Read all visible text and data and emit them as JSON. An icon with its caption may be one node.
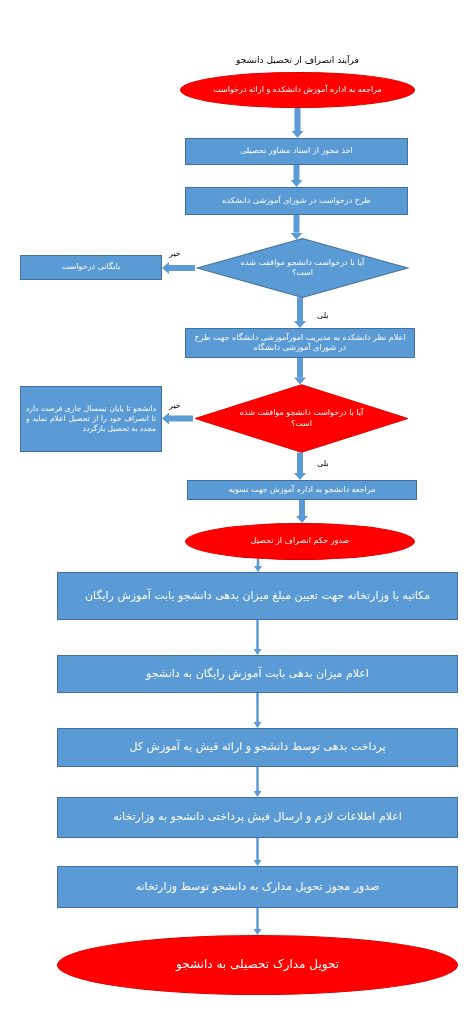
{
  "diagram": {
    "title": "فرآیند انصراف از تحصیل دانشجو",
    "nodes": [
      {
        "text": [
          "مراجعه به اداره آموزش دانشکده و ارائه درخواست"
        ]
      },
      {
        "text": [
          "اخذ مجوز از استاد مشاور تحصیلی"
        ]
      },
      {
        "text": [
          "طرح درخواست در شورای آموزشی دانشکده"
        ]
      },
      {
        "text": [
          "آیا با درخواست دانشجو موافقت شده است؟"
        ]
      },
      {
        "text": [
          "بایگانی درخواست"
        ]
      },
      {
        "text": [
          "اعلام نظر دانشکده به مدیریت امورآموزشی دانشگاه جهت طرح در شورای آموزشی دانشگاه"
        ]
      },
      {
        "text": [
          "آیا با درخواست دانشجو موافقت شده است؟"
        ]
      },
      {
        "text": [
          "دانشجو تا پایان نیمسال جاری فرصت دارد تا انصراف خود را از تحصیل اعلام نماید و مجدد به تحصیل بازگردد"
        ]
      },
      {
        "text": [
          "مراجعه دانشجو به اداره آموزش جهت تسویه"
        ]
      },
      {
        "text": [
          "صدور حکم انصراف از تحصیل"
        ]
      },
      {
        "text": [
          "مکاتبه با وزارتخانه جهت تعیین مبلغ میزان بدهی دانشجو بابت آموزش رایگان"
        ]
      },
      {
        "text": [
          "اعلام میزان بدهی بابت آموزش رایگان به دانشجو"
        ]
      },
      {
        "text": [
          "پرداخت بدهی توسط دانشجو و ارائه فیش به آموزش کل"
        ]
      },
      {
        "text": [
          "اعلام اطلاعات لازم و ارسال فیش پرداختی دانشجو به وزارتخانه"
        ]
      },
      {
        "text": [
          "صدور مجوز تحویل مدارک به دانشجو توسط وزارتخانه"
        ]
      },
      {
        "text": [
          "تحویل مدارک تحصیلی به دانشجو"
        ]
      }
    ],
    "edges": [
      {
        "from": 0,
        "to": 1,
        "arrow": "to"
      },
      {
        "from": 1,
        "to": 2,
        "arrow": "to"
      },
      {
        "from": 2,
        "to": 3,
        "arrow": "to"
      },
      {
        "from": 3,
        "to": 4,
        "arrow": "to",
        "label": "خیر"
      },
      {
        "from": 3,
        "to": 5,
        "arrow": "to",
        "label": "بلی"
      },
      {
        "from": 5,
        "to": 6,
        "arrow": "to"
      },
      {
        "from": 6,
        "to": 7,
        "arrow": "to",
        "label": "خیر"
      },
      {
        "from": 6,
        "to": 8,
        "arrow": "to",
        "label": "بلی"
      },
      {
        "from": 8,
        "to": 9,
        "arrow": "to"
      },
      {
        "from": 9,
        "to": 10,
        "arrow": "to"
      },
      {
        "from": 10,
        "to": 11,
        "arrow": "to"
      },
      {
        "from": 11,
        "to": 12,
        "arrow": "to"
      },
      {
        "from": 12,
        "to": 13,
        "arrow": "to"
      },
      {
        "from": 13,
        "to": 14,
        "arrow": "to"
      },
      {
        "from": 14,
        "to": 15,
        "arrow": "to"
      }
    ]
  }
}
